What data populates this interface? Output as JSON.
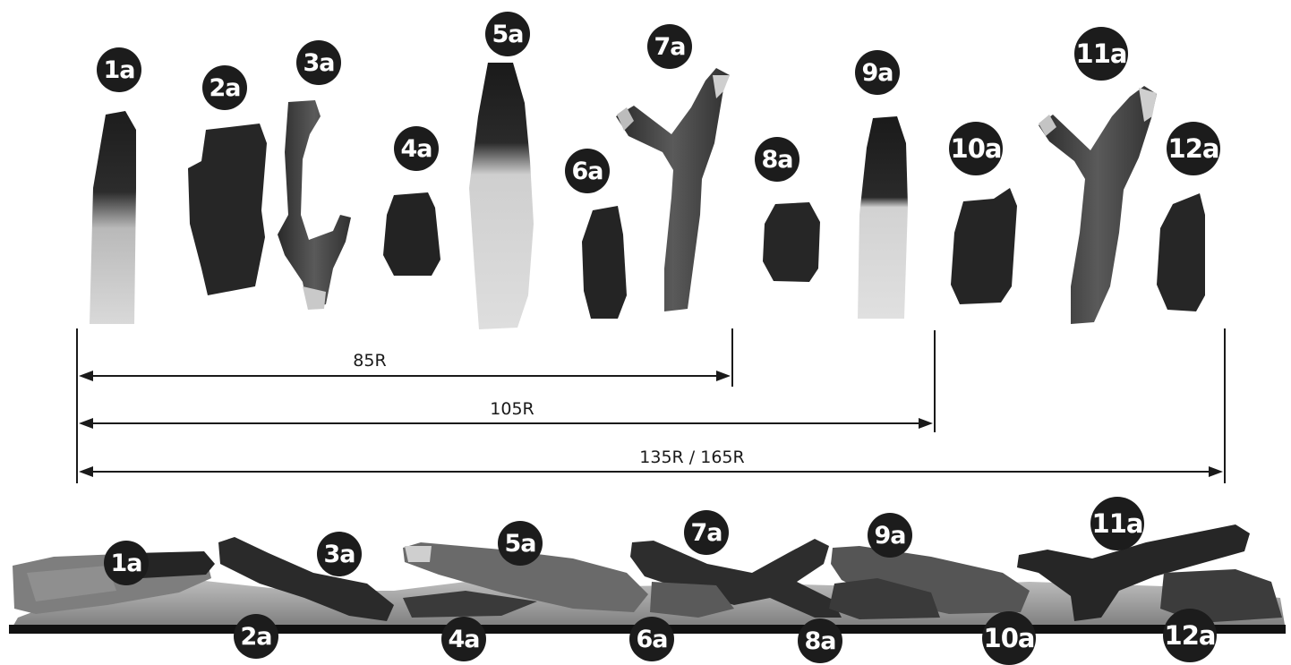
{
  "top_badges": [
    "1a",
    "2a",
    "3a",
    "4a",
    "5a",
    "6a",
    "7a",
    "8a",
    "9a",
    "10a",
    "11a",
    "12a"
  ],
  "bottom_badges": [
    "1a",
    "2a",
    "3a",
    "4a",
    "5a",
    "6a",
    "7a",
    "8a",
    "9a",
    "10a",
    "11a",
    "12a"
  ],
  "dimensions": [
    {
      "label": "85R"
    },
    {
      "label": "105R"
    },
    {
      "label": "135R / 165R"
    }
  ],
  "colors": {
    "badge": "#1c1c1c",
    "line": "#1a1a1a",
    "base": "#111111"
  }
}
